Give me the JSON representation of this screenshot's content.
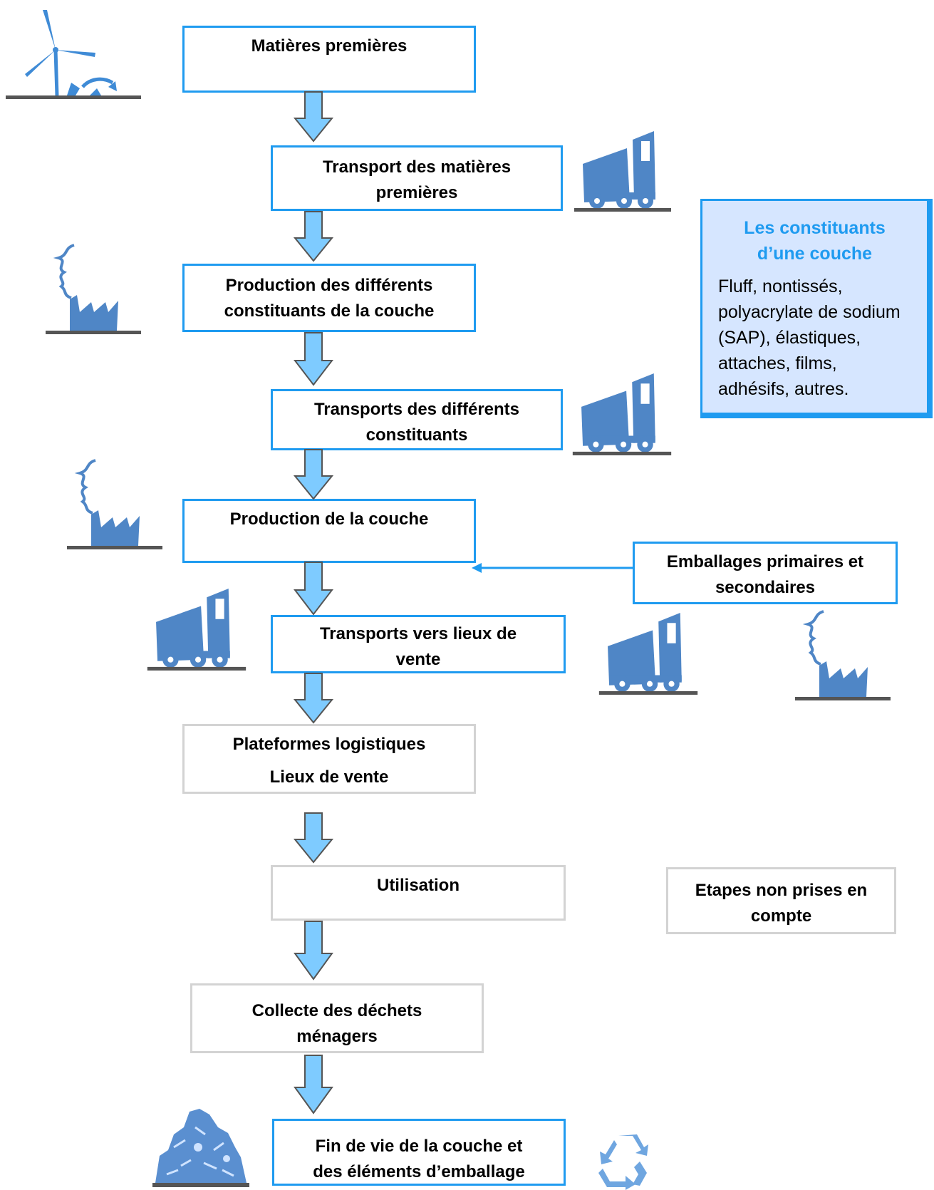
{
  "colors": {
    "accent": "#1f9bf0",
    "arrow_fill": "#7ecbff",
    "icon_blue": "#4f86c6",
    "info_bg": "#d6e6ff",
    "gray_border": "#d3d3d3"
  },
  "steps": {
    "matieres": [
      "Matières premières"
    ],
    "transport_matieres": [
      "Transport des matières",
      "premières"
    ],
    "production_constituants": [
      "Production des différents",
      "constituants de la couche"
    ],
    "transports_constituants": [
      "Transports des différents",
      "constituants"
    ],
    "production_couche": [
      "Production de la couche"
    ],
    "transports_vente": [
      "Transports vers lieux de",
      "vente"
    ],
    "plateformes": [
      "Plateformes logistiques",
      "Lieux de vente"
    ],
    "utilisation": [
      "Utilisation"
    ],
    "collecte": [
      "Collecte des déchets",
      "ménagers"
    ],
    "fin_de_vie": [
      "Fin de vie de la couche et",
      "des éléments d’emballage"
    ]
  },
  "emballages": [
    "Emballages primaires et",
    "secondaires"
  ],
  "legend": [
    "Etapes non prises en",
    "compte"
  ],
  "info": {
    "title": [
      "Les constituants",
      "d’une couche"
    ],
    "body": [
      "Fluff, nontissés,",
      "polyacrylate de sodium",
      "(SAP), élastiques,",
      "attaches, films,",
      "adhésifs, autres."
    ]
  },
  "icons": [
    "wind-turbine-icon",
    "truck-icon",
    "factory-icon",
    "landfill-icon",
    "recycle-icon"
  ]
}
